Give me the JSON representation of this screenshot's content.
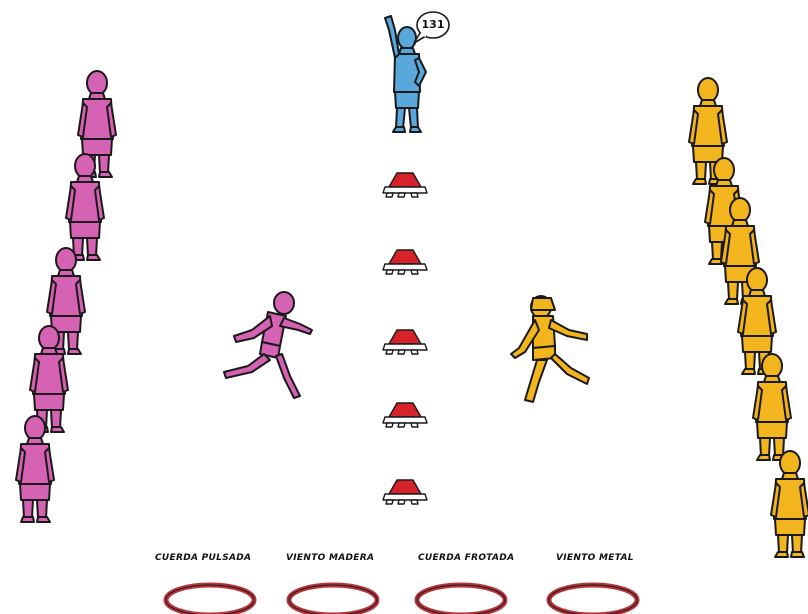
{
  "colors": {
    "team_left": "#d662b4",
    "team_right": "#f2b51d",
    "caller": "#5aa7dc",
    "cone": "#d6222a",
    "hoop": "#b8343a",
    "outline": "#1a1a1a"
  },
  "caller": {
    "speech": "131"
  },
  "hoops": [
    {
      "label": "CUERDA PULSADA"
    },
    {
      "label": "VIENTO MADERA"
    },
    {
      "label": "CUERDA FROTADA"
    },
    {
      "label": "VIENTO METAL"
    }
  ]
}
